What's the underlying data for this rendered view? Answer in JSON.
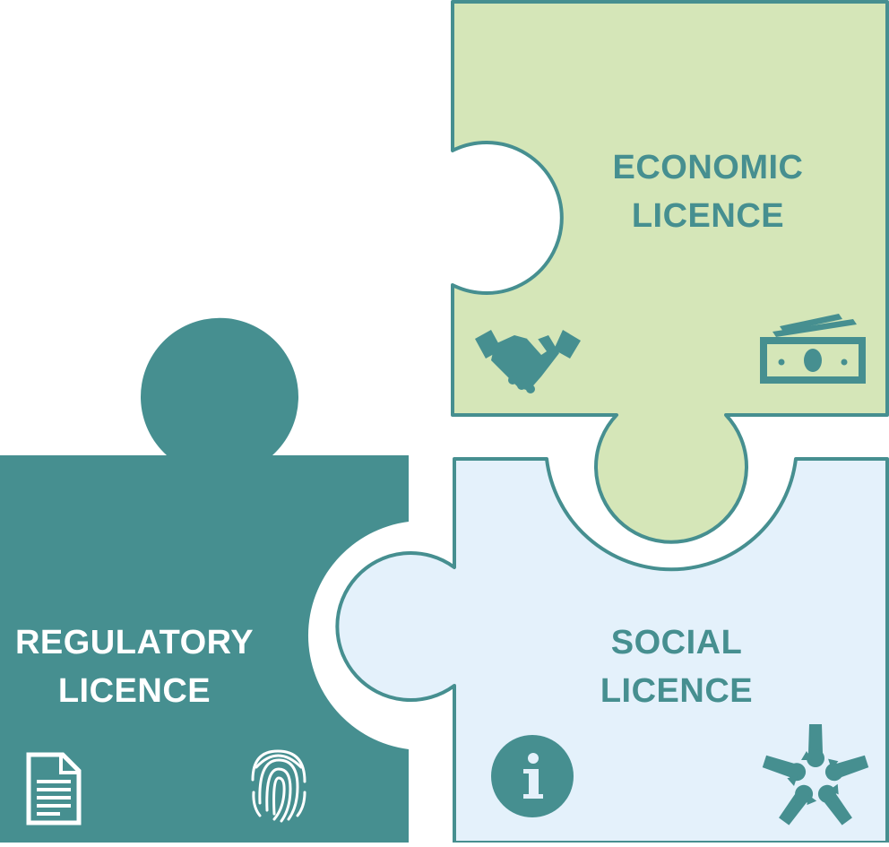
{
  "colors": {
    "regulatory_fill": "#468f90",
    "economic_fill": "#d5e6b8",
    "social_fill": "#e4f1fb",
    "outline": "#468f90",
    "label_on_light": "#468f90",
    "label_on_dark": "#ffffff"
  },
  "pieces": {
    "economic": {
      "line1": "ECONOMIC",
      "line2": "LICENCE",
      "icons": [
        "handshake-icon",
        "money-bill-icon"
      ]
    },
    "social": {
      "line1": "SOCIAL",
      "line2": "LICENCE",
      "icons": [
        "info-icon",
        "hands-circle-icon"
      ]
    },
    "regulatory": {
      "line1": "REGULATORY",
      "line2": "LICENCE",
      "icons": [
        "document-icon",
        "fingerprint-icon"
      ]
    }
  }
}
